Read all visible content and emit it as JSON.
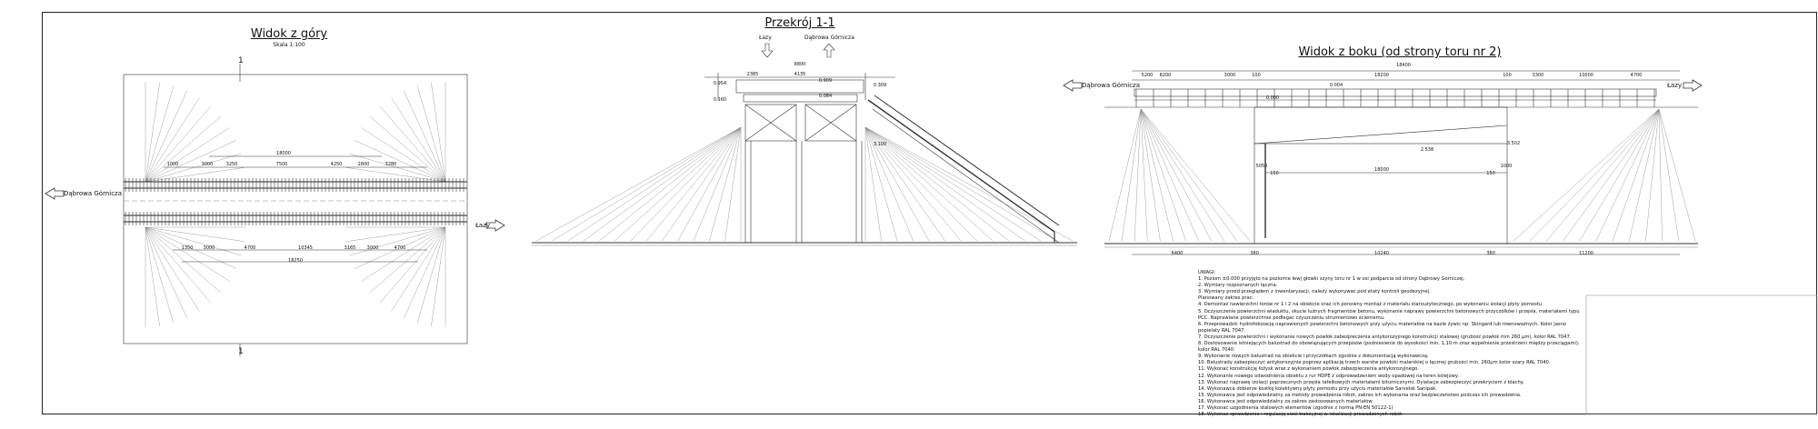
{
  "views": {
    "top_title": "Widok z góry",
    "top_scale": "Skala 1:100",
    "section_title": "Przekrój 1-1",
    "side_title": "Widok z boku (od strony toru nr 2)"
  },
  "labels": {
    "dabrowa": "Dąbrowa Górnicza",
    "lazy": "Łazy",
    "section_mark_top": "1",
    "section_mark_bottom": "1"
  },
  "dims": {
    "top_plan": [
      "18000",
      "1000",
      "3000",
      "3250",
      "7500",
      "4250",
      "2800",
      "3280",
      "1350",
      "3000",
      "4700",
      "10345",
      "3165",
      "3000",
      "4700",
      "18250"
    ],
    "section": [
      "8800",
      "2385",
      "4135",
      "0.954",
      "0.160",
      "0.084",
      "0.909",
      "0.309",
      "3.100"
    ],
    "side": [
      "18400",
      "8200",
      "3000",
      "100",
      "18200",
      "100",
      "3300",
      "10000",
      "5200",
      "4700",
      "0.000",
      "0.004",
      "2.538",
      "3.502",
      "18000",
      "1000",
      "150",
      "5050",
      "150",
      "6400",
      "380",
      "10240",
      "380",
      "11200"
    ]
  },
  "notes": [
    "UWAGI:",
    "1. Poziom ±0.000 przyjęto na poziomie łewj główki szyny toru nr 1 w osi podparcia od strony Dąbrowy Górniczej.",
    "2. Wymiary rozpoznanych łączna.",
    "3. Wymiary przed przeglądem z inwentaryzacji, należy wykonywać pod etaty kontroli geodezyjnej.",
    "Planowany zakres prac:",
    "4. Demontaż nawierzchni torów nr 1 i 2 na obiekcie oraz ich ponowny montaż z materiału staroużytecznego, po wykonaniu izolacji płyty pomostu.",
    "5. Oczyszczenie powierzchni wiaduktu, skucie luźnych fragmentów betonu, wykonanie naprawy powierzchni betonowych przyczółków i przęsła, materiałami typu",
    "PCC. Naprawiane powierzchnie podlegać czyszczeniu strumieniowo ściernemu.",
    "6. Przeprowadzić hydrofobizację naprawionych powierzchni betonowych przy użyciu materiałów na bazie żywic np. Skingard lub równoważnych. Kolor jasno",
    "popielaty RAL 7047.",
    "7. Oczyszczenie powierzchni i wykonanie nowych powłok zabezpieczenia antykorozyjnego konstrukcji stalowej (grubość powłok min 260 µm), kolor RAL 7047.",
    "8. Dostosowanie istniejących balustrad do obowiązujących przepisów (podniesienie do wysokości min. 1,10 m oraz wypełnienie przestrzeni między przeciągami),",
    "kolor RAL 7040.",
    "9. Wykonanie nowych balustrad na obiekcie i przyczółkach zgodnie z dokumentacją wykonawczą.",
    "10. Balustrady zabezpieczyć antykorozyjnie poprzez aplikację trzech warstw powłoki malarskiej o łącznej grubości min. 260µm kolor szary RAL 7040.",
    "11. Wykonać konstrukcję łożysk wraz z wykonaniem powłok zabezpieczenia antykorozyjnego.",
    "12. Wykonanie nowego odwodnienia obiektu z rur HDPE z odprowadzeniem wody opadowej na teren kolejowy.",
    "13. Wykonać naprawę izolacji poprzecznych przęsła tafelkowych materiałami bitumicznymi. Dylatacje zabezpieczyć przekryciem z blachy.",
    "14. Wykonawca dobierze kostkę kolektywny płyty pomostu przy użyciu materiałów Sarvelsk Sanipak.",
    "15. Wykonawca jest odpowiedzialny za metody prowadzenia robót, zakres ich wykonania oraz bezpieczeństwo podczas ich prowadzenia.",
    "16. Wykonawca jest odpowiedzialny za zakres zastosowanych materiałów.",
    "17. Wykonać uzgodnienia stalowych elementów (zgodnie z normą PN-EN 50122-1)",
    "18. Wykonać sprawdzenie i regulację sieci trakcyjnej w lokalizacji prowadzonych robót."
  ],
  "colors": {
    "line": "#222222",
    "ballast": "#555555",
    "hatch": "#777777"
  }
}
